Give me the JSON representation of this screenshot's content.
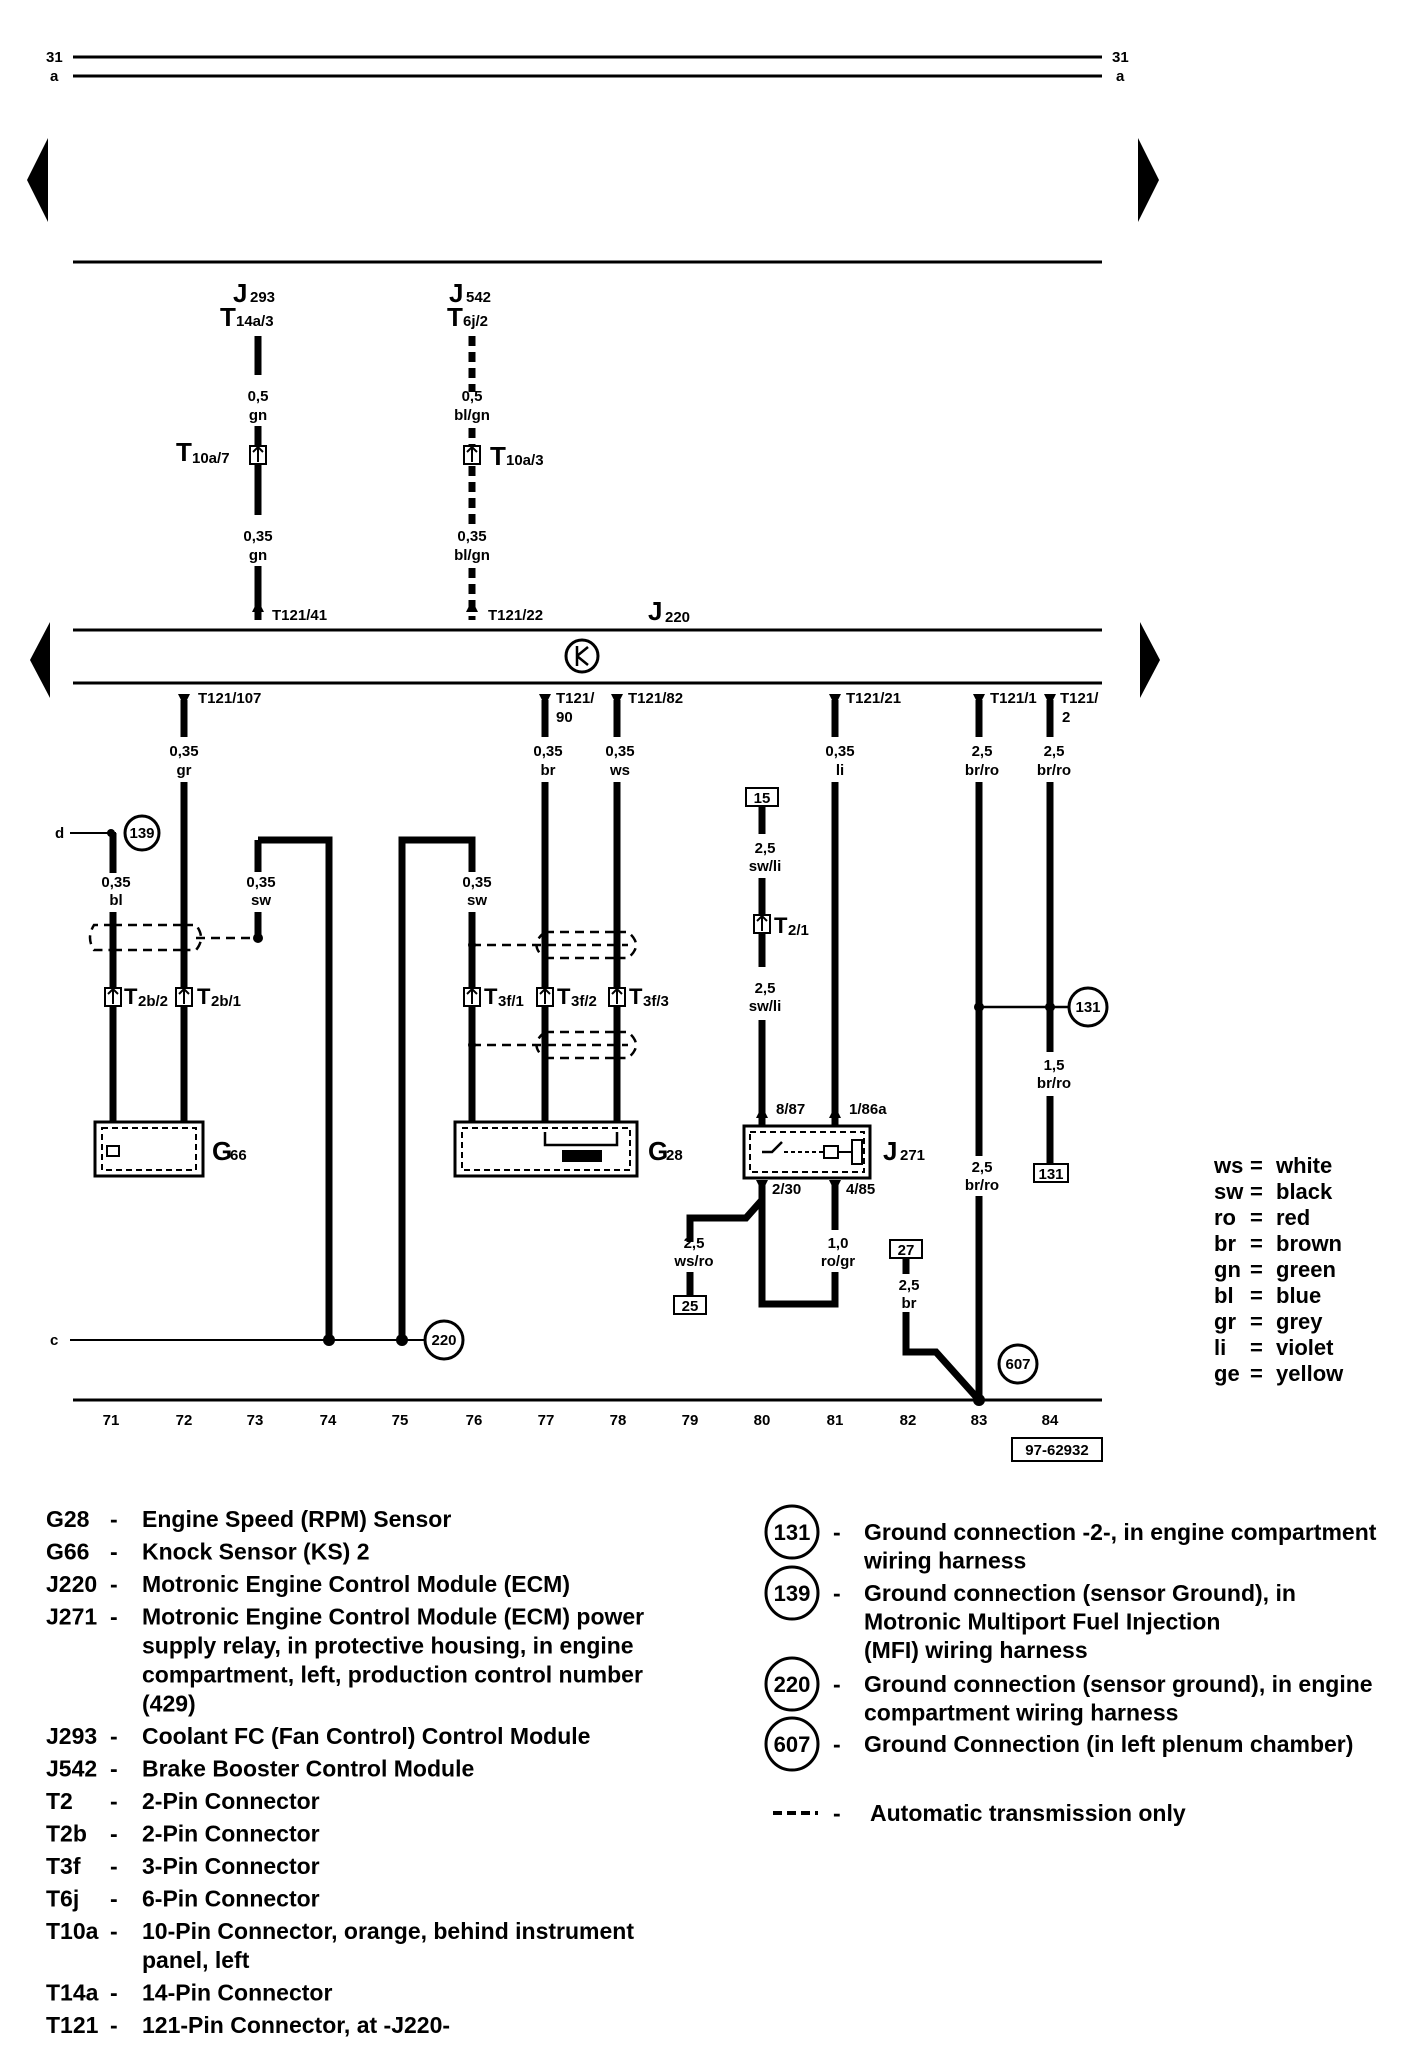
{
  "header": {
    "track_left_top": "31",
    "track_left_bot": "a",
    "track_right_top": "31",
    "track_right_bot": "a"
  },
  "edges": {
    "c": "c",
    "d": "d"
  },
  "components": {
    "j293": "J",
    "j293_sub": "293",
    "t14a3": "T",
    "t14a3_sub": "14a/3",
    "j542": "J",
    "j542_sub": "542",
    "t6j2": "T",
    "t6j2_sub": "6j/2",
    "t10a7": "T",
    "t10a7_sub": "10a/7",
    "t10a3": "T",
    "t10a3_sub": "10a/3",
    "j220": "J",
    "j220_sub": "220",
    "g66": "G",
    "g66_sub": "66",
    "g28": "G",
    "g28_sub": "28",
    "j271": "J",
    "j271_sub": "271",
    "t2b2": "T",
    "t2b2_sub": "2b/2",
    "t2b1": "T",
    "t2b1_sub": "2b/1",
    "t3f1": "T",
    "t3f1_sub": "3f/1",
    "t3f2": "T",
    "t3f2_sub": "3f/2",
    "t3f3": "T",
    "t3f3_sub": "3f/3",
    "t21": "T",
    "t21_sub": "2/1"
  },
  "pins": {
    "p41": "T121/41",
    "p22": "T121/22",
    "p107": "T121/107",
    "p90a": "T121/",
    "p90b": "90",
    "p82": "T121/82",
    "p21": "T121/21",
    "p1": "T121/1",
    "p2a": "T121/",
    "p2b": "2",
    "r887": "8/87",
    "r186a": "1/86a",
    "r230": "2/30",
    "r485": "4/85"
  },
  "wires": {
    "w1a": "0,5",
    "w1b": "gn",
    "w2a": "0,35",
    "w2b": "gn",
    "w3a": "0,5",
    "w3b": "bl/gn",
    "w4a": "0,35",
    "w4b": "bl/gn",
    "w5a": "0,35",
    "w5b": "gr",
    "w6a": "0,35",
    "w6b": "br",
    "w7a": "0,35",
    "w7b": "ws",
    "w8a": "0,35",
    "w8b": "li",
    "w9a": "2,5",
    "w9b": "br/ro",
    "w10a": "2,5",
    "w10b": "br/ro",
    "w11a": "0,35",
    "w11b": "bl",
    "w12a": "0,35",
    "w12b": "sw",
    "w13a": "0,35",
    "w13b": "sw",
    "w14a": "2,5",
    "w14b": "sw/li",
    "w15a": "2,5",
    "w15b": "sw/li",
    "w16a": "1,5",
    "w16b": "br/ro",
    "w17a": "2,5",
    "w17b": "br/ro",
    "w18a": "2,5",
    "w18b": "ws/ro",
    "w19a": "1,0",
    "w19b": "ro/gr",
    "w20a": "2,5",
    "w20b": "br"
  },
  "boxes": {
    "b15": "15",
    "b25": "25",
    "b27": "27",
    "b131": "131"
  },
  "circles": {
    "c139": "139",
    "c131": "131",
    "c220": "220",
    "c607": "607"
  },
  "current_tracks": [
    "71",
    "72",
    "73",
    "74",
    "75",
    "76",
    "77",
    "78",
    "79",
    "80",
    "81",
    "82",
    "83",
    "84"
  ],
  "drawing_number": "97-62932",
  "color_key": [
    {
      "abbr": "ws",
      "name": "white"
    },
    {
      "abbr": "sw",
      "name": "black"
    },
    {
      "abbr": "ro",
      "name": "red"
    },
    {
      "abbr": "br",
      "name": "brown"
    },
    {
      "abbr": "gn",
      "name": "green"
    },
    {
      "abbr": "bl",
      "name": "blue"
    },
    {
      "abbr": "gr",
      "name": "grey"
    },
    {
      "abbr": "li",
      "name": "violet"
    },
    {
      "abbr": "ge",
      "name": "yellow"
    }
  ],
  "legend_left": [
    {
      "code": "G28",
      "dash": "-",
      "lines": [
        "Engine Speed (RPM) Sensor"
      ]
    },
    {
      "code": "G66",
      "dash": "-",
      "lines": [
        "Knock Sensor (KS) 2"
      ]
    },
    {
      "code": "J220",
      "dash": "-",
      "lines": [
        "Motronic Engine Control Module (ECM)"
      ]
    },
    {
      "code": "J271",
      "dash": "-",
      "lines": [
        "Motronic Engine Control Module (ECM) power",
        "supply relay, in protective housing, in engine",
        "compartment, left, production control number",
        "(429)"
      ]
    },
    {
      "code": "J293",
      "dash": "-",
      "lines": [
        "Coolant FC (Fan Control) Control Module"
      ]
    },
    {
      "code": "J542",
      "dash": "-",
      "lines": [
        "Brake Booster Control Module"
      ]
    },
    {
      "code": "T2",
      "dash": "-",
      "lines": [
        "2-Pin Connector"
      ]
    },
    {
      "code": "T2b",
      "dash": "-",
      "lines": [
        "2-Pin Connector"
      ]
    },
    {
      "code": "T3f",
      "dash": "-",
      "lines": [
        "3-Pin Connector"
      ]
    },
    {
      "code": "T6j",
      "dash": "-",
      "lines": [
        "6-Pin Connector"
      ]
    },
    {
      "code": "T10a",
      "dash": "-",
      "lines": [
        "10-Pin Connector, orange, behind instrument",
        "panel, left"
      ]
    },
    {
      "code": "T14a",
      "dash": "-",
      "lines": [
        "14-Pin Connector"
      ]
    },
    {
      "code": "T121",
      "dash": "-",
      "lines": [
        "121-Pin Connector, at -J220-"
      ]
    }
  ],
  "legend_right": [
    {
      "num": "131",
      "dash": "-",
      "lines": [
        "Ground connection -2-, in engine compartment",
        "wiring harness"
      ]
    },
    {
      "num": "139",
      "dash": "-",
      "lines": [
        "Ground connection (sensor Ground), in",
        "Motronic Multiport Fuel Injection",
        " (MFI) wiring harness"
      ]
    },
    {
      "num": "220",
      "dash": "-",
      "lines": [
        "Ground connection (sensor ground), in engine",
        "compartment wiring harness"
      ]
    },
    {
      "num": "607",
      "dash": "-",
      "lines": [
        " Ground Connection (in left plenum chamber)"
      ]
    }
  ],
  "dashed_note": {
    "dash": "-",
    "text": "Automatic transmission only"
  }
}
